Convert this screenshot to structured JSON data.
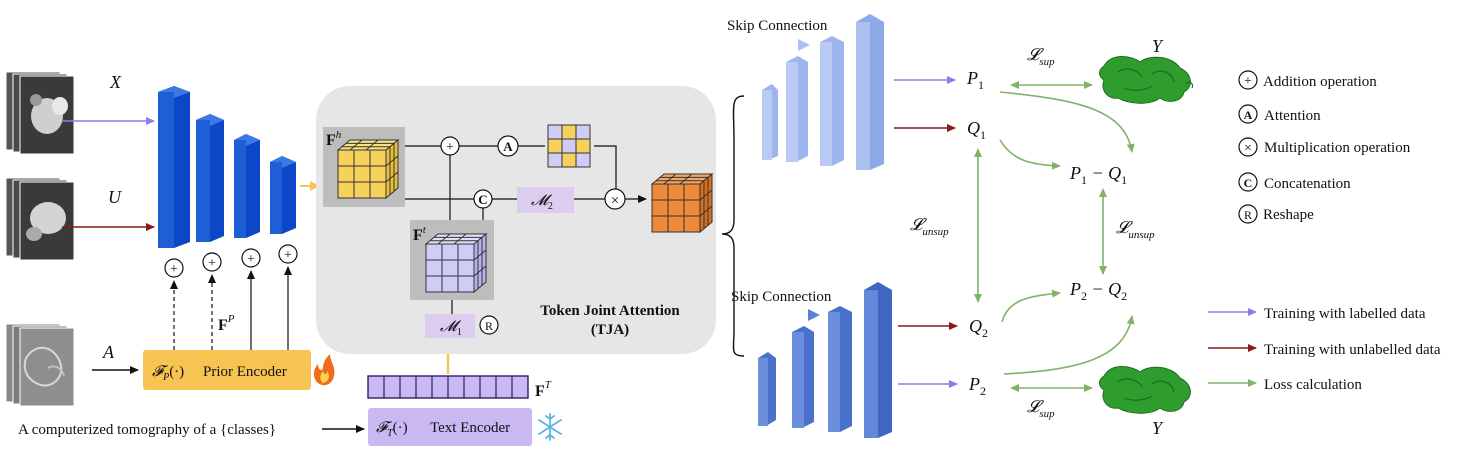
{
  "inputs": {
    "x_label": "X",
    "u_label": "U",
    "a_label": "A",
    "text_prompt": "A computerized tomography of a {classes}"
  },
  "encoders": {
    "prior_fn": "𝓕",
    "prior_fn_sub": "P",
    "prior_fn_arg": "(·)",
    "prior_name": "Prior Encoder",
    "text_fn": "𝓕",
    "text_fn_sub": "T",
    "text_fn_arg": "(·)",
    "text_name": "Text Encoder",
    "fp_label": "F",
    "fp_sup": "P",
    "ft_label": "F",
    "ft_sup": "T"
  },
  "tja": {
    "title": "Token Joint Attention",
    "abbr": "(TJA)",
    "fh": "F",
    "fh_sup": "h",
    "ft": "F",
    "ft_sup": "t",
    "m1": "𝓜",
    "m1_sub": "1",
    "m2": "𝓜",
    "m2_sub": "2",
    "add_sym": "+",
    "att_sym": "A",
    "cat_sym": "C",
    "mul_sym": "×",
    "reshape_sym": "R"
  },
  "decoders": {
    "skip_top": "Skip Connection",
    "skip_bottom": "Skip Connection"
  },
  "outputs": {
    "p1": "P",
    "p1_sub": "1",
    "q1": "Q",
    "q1_sub": "1",
    "p2": "P",
    "p2_sub": "2",
    "q2": "Q",
    "q2_sub": "2",
    "pq1": "P",
    "pq1_sub": "1",
    "pq1_mid": " − Q",
    "pq1_sub2": "1",
    "pq2": "P",
    "pq2_sub": "2",
    "pq2_mid": " − Q",
    "pq2_sub2": "2",
    "y_top": "Y",
    "y_bottom": "Y",
    "loss_sup": "𝓛",
    "loss_sup_sub": "sup",
    "loss_unsup": "𝓛",
    "loss_unsup_sub": "unsup"
  },
  "legend": {
    "ops": [
      {
        "symbol": "+",
        "label": "Addition operation"
      },
      {
        "symbol": "A",
        "label": "Attention"
      },
      {
        "symbol": "×",
        "label": "Multiplication operation"
      },
      {
        "symbol": "C",
        "label": "Concatenation"
      },
      {
        "symbol": "R",
        "label": "Reshape"
      }
    ],
    "arrows": [
      {
        "label": "Training with labelled data",
        "color": "#8a7fe8"
      },
      {
        "label": "Training with unlabelled data",
        "color": "#8b1a1a"
      },
      {
        "label": "Loss calculation",
        "color": "#7fb36a"
      }
    ]
  },
  "colors": {
    "encoder_blue": "#1f5fd6",
    "decoder_top": "#a9bff0",
    "decoder_bottom": "#5b82d6",
    "labelled": "#8a7fe8",
    "unlabelled": "#8b1a1a",
    "loss": "#7fb36a",
    "tja_bg": "#e6e6e6",
    "prior_box": "#f7c453",
    "text_box": "#c9b8f2",
    "cube_yellow": "#f6d25c",
    "cube_purple": "#cfcdf5",
    "cube_orange": "#ee8a3a",
    "organ": "#2e9d2e"
  }
}
